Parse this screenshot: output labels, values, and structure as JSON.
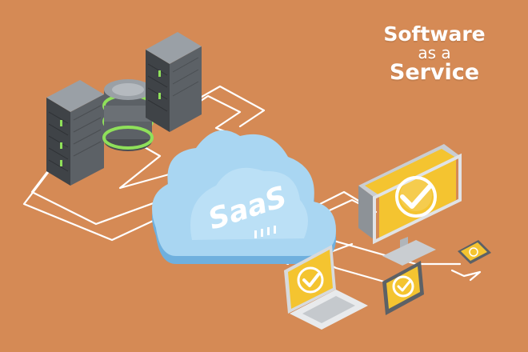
{
  "headline": {
    "line1": "Software",
    "line2": "as a",
    "line3": "Service"
  },
  "cloud": {
    "label": "SaaS",
    "icon": "cloud-icon"
  },
  "icons": {
    "server_left": "server-rack-icon",
    "server_right": "server-rack-icon",
    "database": "database-icon",
    "monitor": "monitor-icon",
    "laptop": "laptop-icon",
    "tablet": "tablet-icon",
    "phone": "smartphone-icon",
    "check": "checkmark-icon"
  },
  "colors": {
    "background": "#d58a55",
    "cloud": "#a9d6f2",
    "cloud_shadow": "#6fb0de",
    "screen": "#f4c430",
    "server": "#55595e",
    "server_led": "#8fe05a",
    "wire": "#ffffff"
  }
}
